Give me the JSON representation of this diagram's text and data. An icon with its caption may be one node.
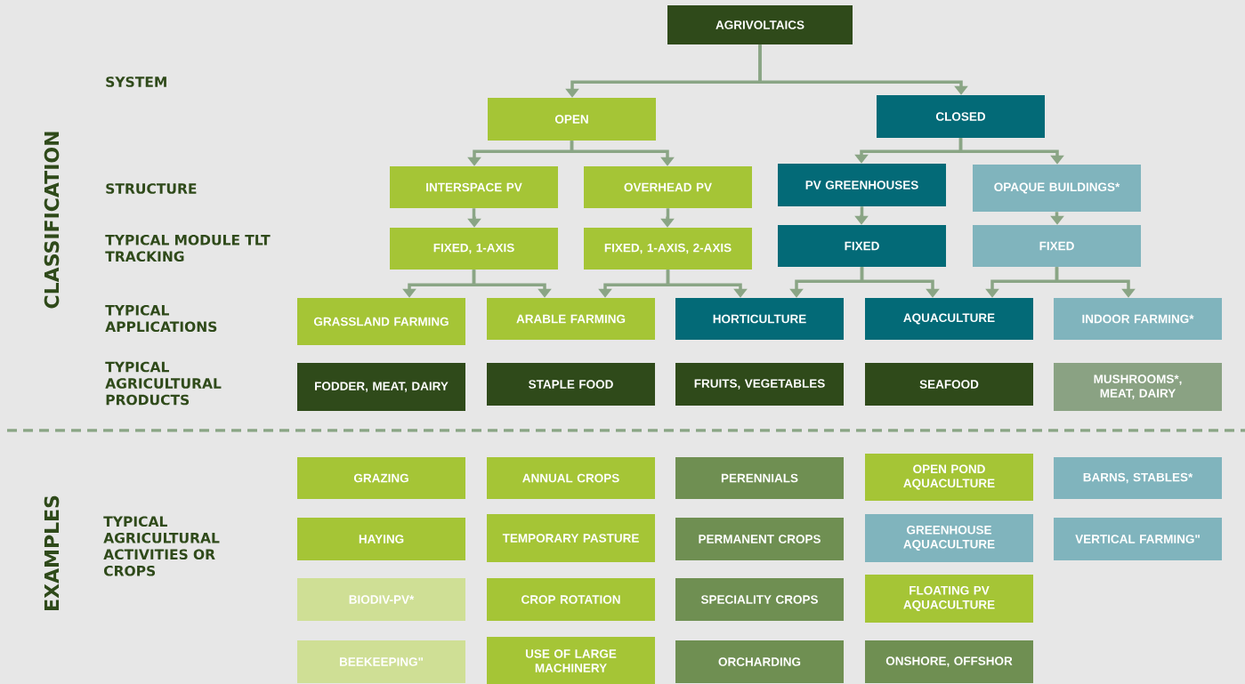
{
  "diagram": {
    "nodes": [
      {
        "text": [
          "AGRIVOLTAICS"
        ]
      },
      {
        "text": [
          "OPEN"
        ]
      },
      {
        "text": [
          "CLOSED"
        ]
      },
      {
        "text": [
          "INTERSPACE PV"
        ]
      },
      {
        "text": [
          "OVERHEAD PV"
        ]
      },
      {
        "text": [
          "PV GREENHOUSES"
        ]
      },
      {
        "text": [
          "OPAQUE BUILDINGS*"
        ]
      },
      {
        "text": [
          "FIXED, 1-AXIS"
        ]
      },
      {
        "text": [
          "FIXED, 1-AXIS, 2-AXIS"
        ]
      },
      {
        "text": [
          "FIXED"
        ]
      },
      {
        "text": [
          "FIXED"
        ]
      },
      {
        "text": [
          "GRASSLAND FARMING"
        ]
      },
      {
        "text": [
          "ARABLE FARMING"
        ]
      },
      {
        "text": [
          "HORTICULTURE"
        ]
      },
      {
        "text": [
          "AQUACULTURE"
        ]
      },
      {
        "text": [
          "INDOOR FARMING*"
        ]
      },
      {
        "text": [
          "FODDER, MEAT, DAIRY"
        ]
      },
      {
        "text": [
          "STAPLE FOOD"
        ]
      },
      {
        "text": [
          "FRUITS, VEGETABLES"
        ]
      },
      {
        "text": [
          "SEAFOOD"
        ]
      },
      {
        "text": [
          "MUSHROOMS*, MEAT, DAIRY"
        ]
      },
      {
        "text": [
          "GRAZING"
        ]
      },
      {
        "text": [
          "ANNUAL CROPS"
        ]
      },
      {
        "text": [
          "PERENNIALS"
        ]
      },
      {
        "text": [
          "OPEN POND AQUACULTURE"
        ]
      },
      {
        "text": [
          "BARNS, STABLES*"
        ]
      },
      {
        "text": [
          "HAYING"
        ]
      },
      {
        "text": [
          "TEMPORARY PASTURE"
        ]
      },
      {
        "text": [
          "PERMANENT CROPS"
        ]
      },
      {
        "text": [
          "GREENHOUSE AQUACULTURE"
        ]
      },
      {
        "text": [
          "VERTICAL FARMING\""
        ]
      },
      {
        "text": [
          "BIODIV-PV*"
        ]
      },
      {
        "text": [
          "CROP ROTATION"
        ]
      },
      {
        "text": [
          "SPECIALITY CROPS"
        ]
      },
      {
        "text": [
          "FLOATING PV AQUACULTURE"
        ]
      },
      {
        "text": [
          "BEEKEEPING\""
        ]
      },
      {
        "text": [
          "USE OF LARGE MACHINERY"
        ]
      },
      {
        "text": [
          "ORCHARDING"
        ]
      },
      {
        "text": [
          "ONSHORE, OFFSHOR"
        ]
      }
    ],
    "edges": [
      {
        "from": 0,
        "to": 1,
        "arrow": "to"
      },
      {
        "from": 0,
        "to": 2,
        "arrow": "to"
      },
      {
        "from": 1,
        "to": 3,
        "arrow": "to"
      },
      {
        "from": 1,
        "to": 4,
        "arrow": "to"
      },
      {
        "from": 2,
        "to": 5,
        "arrow": "to"
      },
      {
        "from": 2,
        "to": 6,
        "arrow": "to"
      },
      {
        "from": 3,
        "to": 7,
        "arrow": "to"
      },
      {
        "from": 4,
        "to": 8,
        "arrow": "to"
      },
      {
        "from": 5,
        "to": 9,
        "arrow": "to"
      },
      {
        "from": 6,
        "to": 10,
        "arrow": "to"
      },
      {
        "from": 7,
        "to": 11,
        "arrow": "to"
      },
      {
        "from": 7,
        "to": 12,
        "arrow": "to"
      },
      {
        "from": 8,
        "to": 12,
        "arrow": "to"
      },
      {
        "from": 8,
        "to": 13,
        "arrow": "to"
      },
      {
        "from": 9,
        "to": 13,
        "arrow": "to"
      },
      {
        "from": 9,
        "to": 14,
        "arrow": "to"
      },
      {
        "from": 10,
        "to": 14,
        "arrow": "to"
      },
      {
        "from": 10,
        "to": 15,
        "arrow": "to"
      }
    ],
    "labels": [
      "SYSTEM",
      "CLASSIFICATION",
      "STRUCTURE",
      "TYPICAL MODULE TLT TRACKING",
      "TYPICAL APPLICATIONS",
      "TYPICAL AGRICULTURAL PRODUCTS",
      "EXAMPLES",
      "TYPICAL AGRICULTURAL ACTIVITIES OR CROPS"
    ]
  }
}
